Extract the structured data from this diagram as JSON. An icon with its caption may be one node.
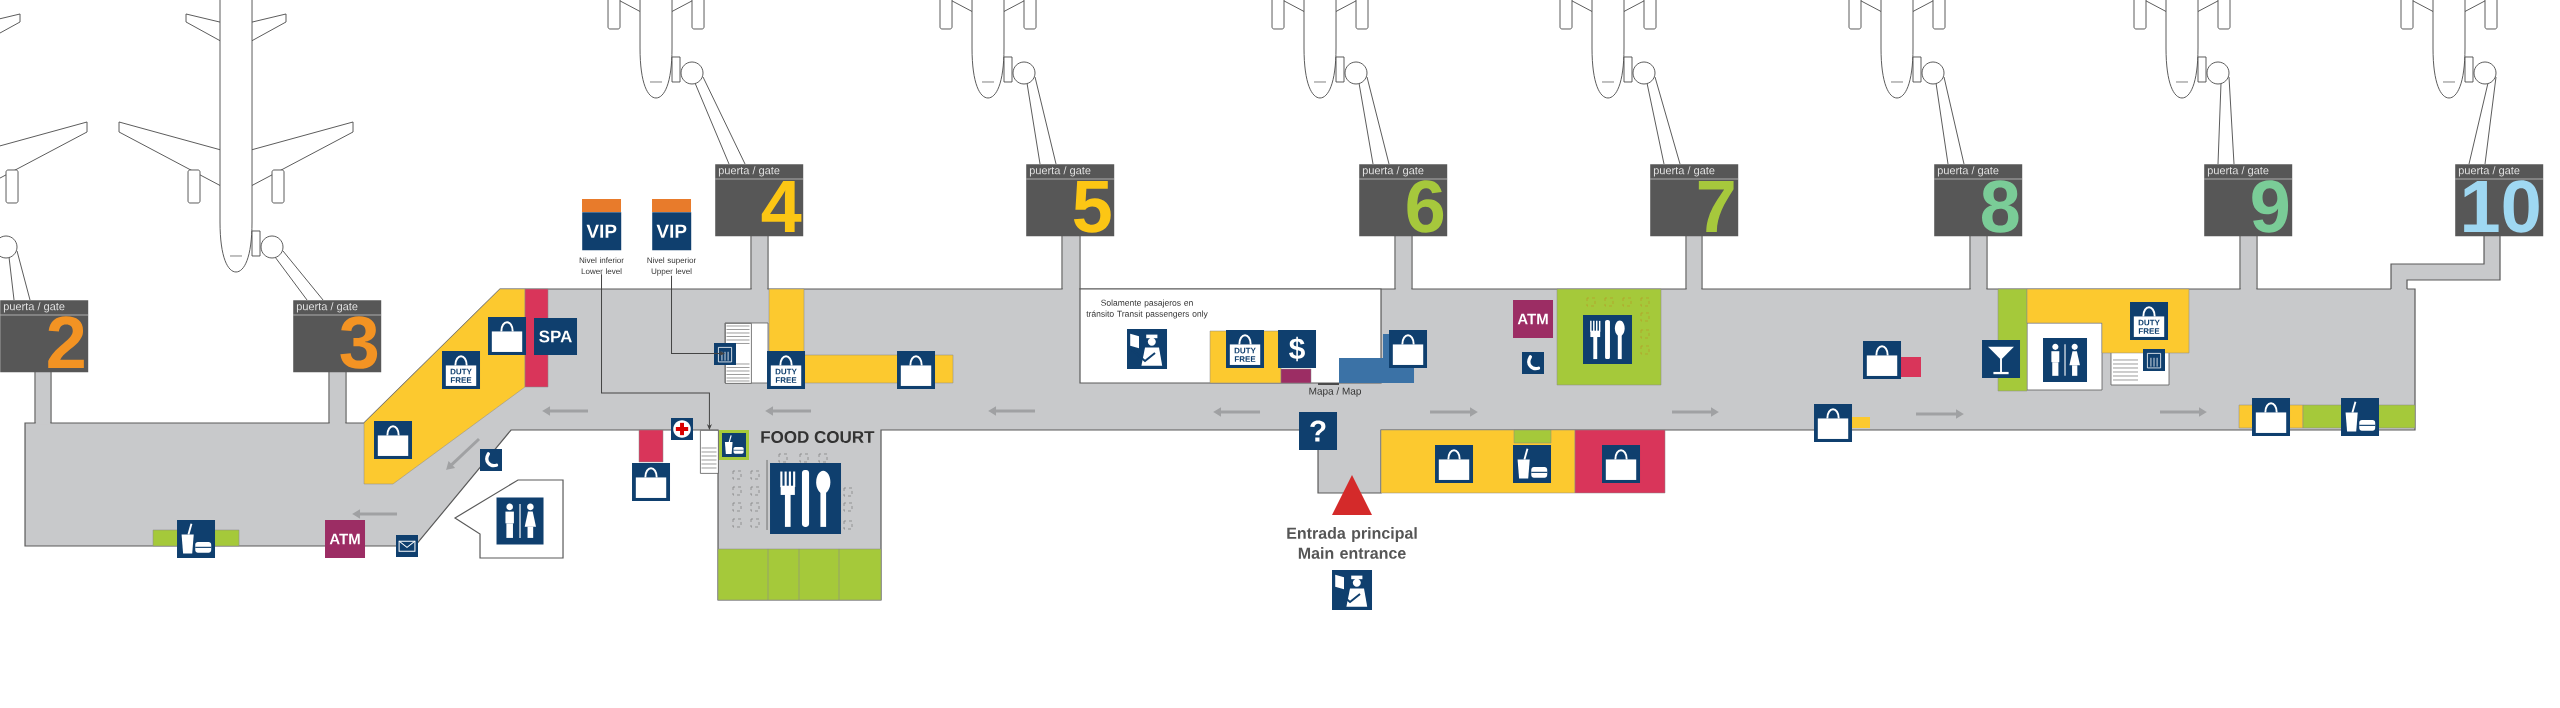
{
  "diagram": {
    "nodes": [
      {
        "text": [
          "puerta / gate",
          "2"
        ]
      },
      {
        "text": [
          "puerta / gate",
          "3"
        ]
      },
      {
        "text": [
          "puerta / gate",
          "4"
        ]
      },
      {
        "text": [
          "puerta / gate",
          "5"
        ]
      },
      {
        "text": [
          "puerta / gate",
          "6"
        ]
      },
      {
        "text": [
          "puerta / gate",
          "7"
        ]
      },
      {
        "text": [
          "puerta / gate",
          "8"
        ]
      },
      {
        "text": [
          "puerta / gate",
          "9"
        ]
      },
      {
        "text": [
          "puerta / gate",
          "10"
        ]
      },
      {
        "text": [
          "VIP"
        ],
        "beside": [
          "Nivel inferior Lower level"
        ]
      },
      {
        "text": [
          "VIP"
        ],
        "beside": [
          "Nivel superior Upper level"
        ]
      },
      {
        "text": [],
        "shape": "stairs"
      },
      {
        "text": [],
        "shape": "stairs"
      },
      {
        "text": [
          "SPA"
        ]
      },
      {
        "text": [
          "DUTY FREE"
        ]
      },
      {
        "text": [
          "DUTY FREE"
        ]
      },
      {
        "text": [
          "DUTY FREE"
        ]
      },
      {
        "text": [
          "DUTY FREE"
        ]
      },
      {
        "text": [
          "ATM"
        ]
      },
      {
        "text": [
          "ATM"
        ]
      },
      {
        "text": [
          "$"
        ]
      },
      {
        "text": [
          "?"
        ]
      }
    ],
    "edges": [
      {
        "from": 9,
        "to": 12,
        "arrow": "to"
      },
      {
        "from": 10,
        "to": 11,
        "arrow": "to"
      }
    ],
    "labels": [
      "FOOD COURT",
      "Solamente pasajeros en tránsito Transit passengers only",
      "Mapa / Map",
      "Entrada principal Main entrance"
    ]
  }
}
